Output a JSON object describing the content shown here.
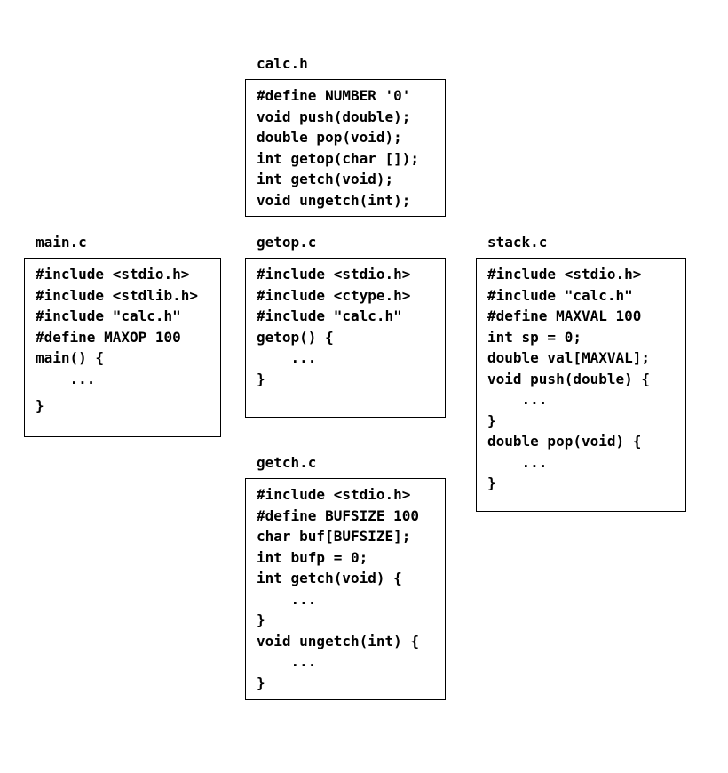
{
  "files": {
    "calc_h": {
      "title": "calc.h",
      "lines": [
        "#define NUMBER '0'",
        "void push(double);",
        "double pop(void);",
        "int getop(char []);",
        "int getch(void);",
        "void ungetch(int);"
      ]
    },
    "main_c": {
      "title": "main.c",
      "lines": [
        "#include <stdio.h>",
        "#include <stdlib.h>",
        "#include \"calc.h\"",
        "#define MAXOP 100",
        "main() {",
        "    ...",
        "}"
      ]
    },
    "getop_c": {
      "title": "getop.c",
      "lines": [
        "#include <stdio.h>",
        "#include <ctype.h>",
        "#include \"calc.h\"",
        "getop() {",
        "    ...",
        "}"
      ]
    },
    "stack_c": {
      "title": "stack.c",
      "lines": [
        "#include <stdio.h>",
        "#include \"calc.h\"",
        "#define MAXVAL 100",
        "int sp = 0;",
        "double val[MAXVAL];",
        "void push(double) {",
        "    ...",
        "}",
        "double pop(void) {",
        "    ...",
        "}"
      ]
    },
    "getch_c": {
      "title": "getch.c",
      "lines": [
        "#include <stdio.h>",
        "#define BUFSIZE 100",
        "char buf[BUFSIZE];",
        "int bufp = 0;",
        "int getch(void) {",
        "    ...",
        "}",
        "void ungetch(int) {",
        "    ...",
        "}"
      ]
    }
  }
}
